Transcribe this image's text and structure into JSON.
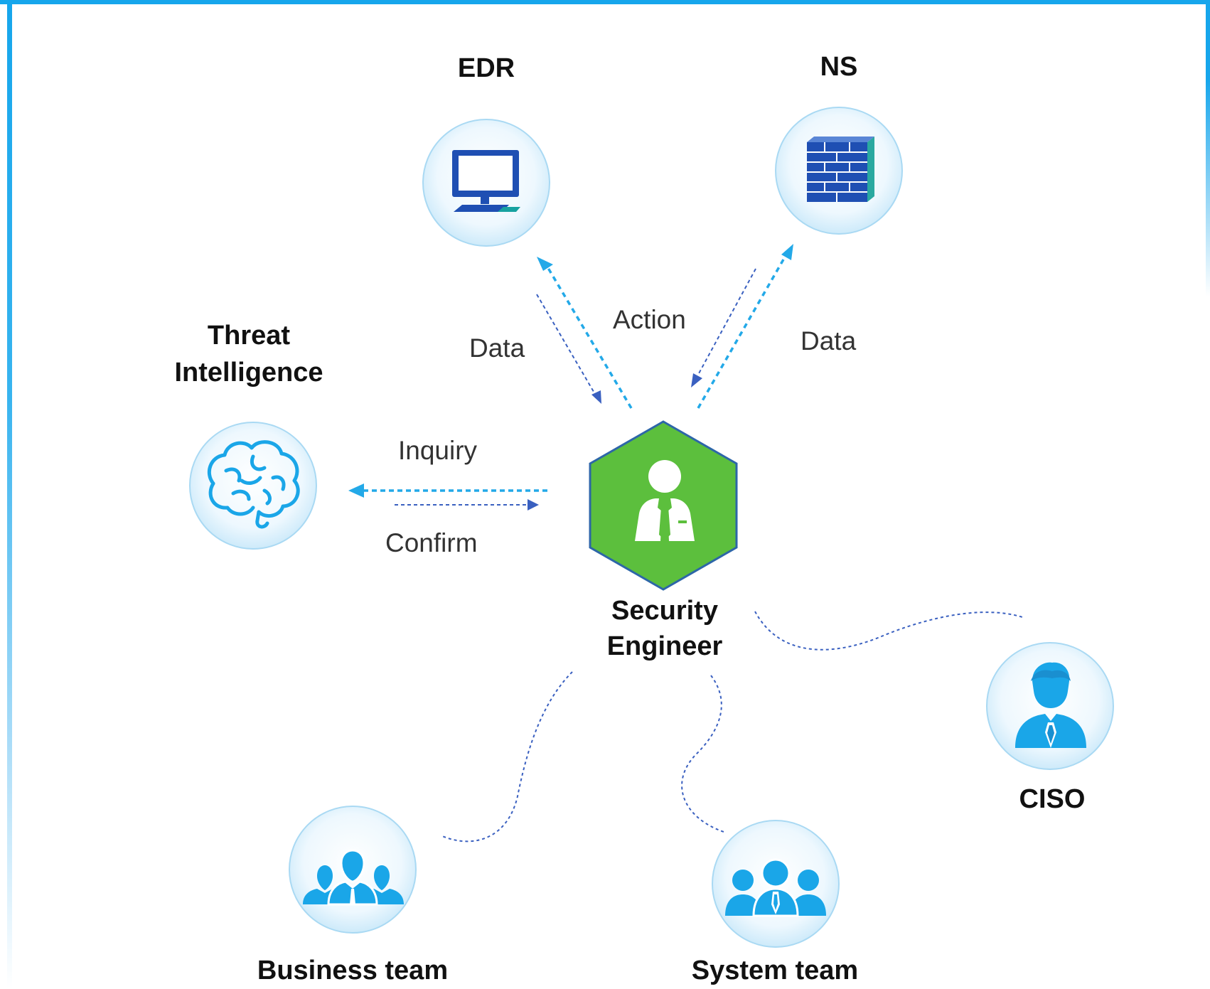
{
  "colors": {
    "frame": "#16a6ec",
    "circle_fill": "#eaf6fd",
    "circle_edge": "#a9d9f3",
    "icon_blue": "#1aa6e8",
    "icon_dark_blue": "#1f4fb3",
    "hex_fill": "#5cbf3d",
    "hex_edge": "#2d66a8",
    "arrow_light": "#23a9e8",
    "arrow_dark": "#3a60c0"
  },
  "nodes": {
    "edr": {
      "label": "EDR",
      "icon": "desktop-computer-icon"
    },
    "ns": {
      "label": "NS",
      "icon": "firewall-icon"
    },
    "threat_intel": {
      "label_line1": "Threat",
      "label_line2": "Intelligence",
      "icon": "brain-icon"
    },
    "security_engineer": {
      "label_line1": "Security",
      "label_line2": "Engineer",
      "icon": "security-engineer-icon"
    },
    "ciso": {
      "label": "CISO",
      "icon": "executive-icon"
    },
    "business_team": {
      "label": "Business team",
      "icon": "business-team-icon"
    },
    "system_team": {
      "label": "System team",
      "icon": "system-team-icon"
    }
  },
  "flows": {
    "edr_data": "Data",
    "action": "Action",
    "ns_data": "Data",
    "inquiry": "Inquiry",
    "confirm": "Confirm"
  }
}
